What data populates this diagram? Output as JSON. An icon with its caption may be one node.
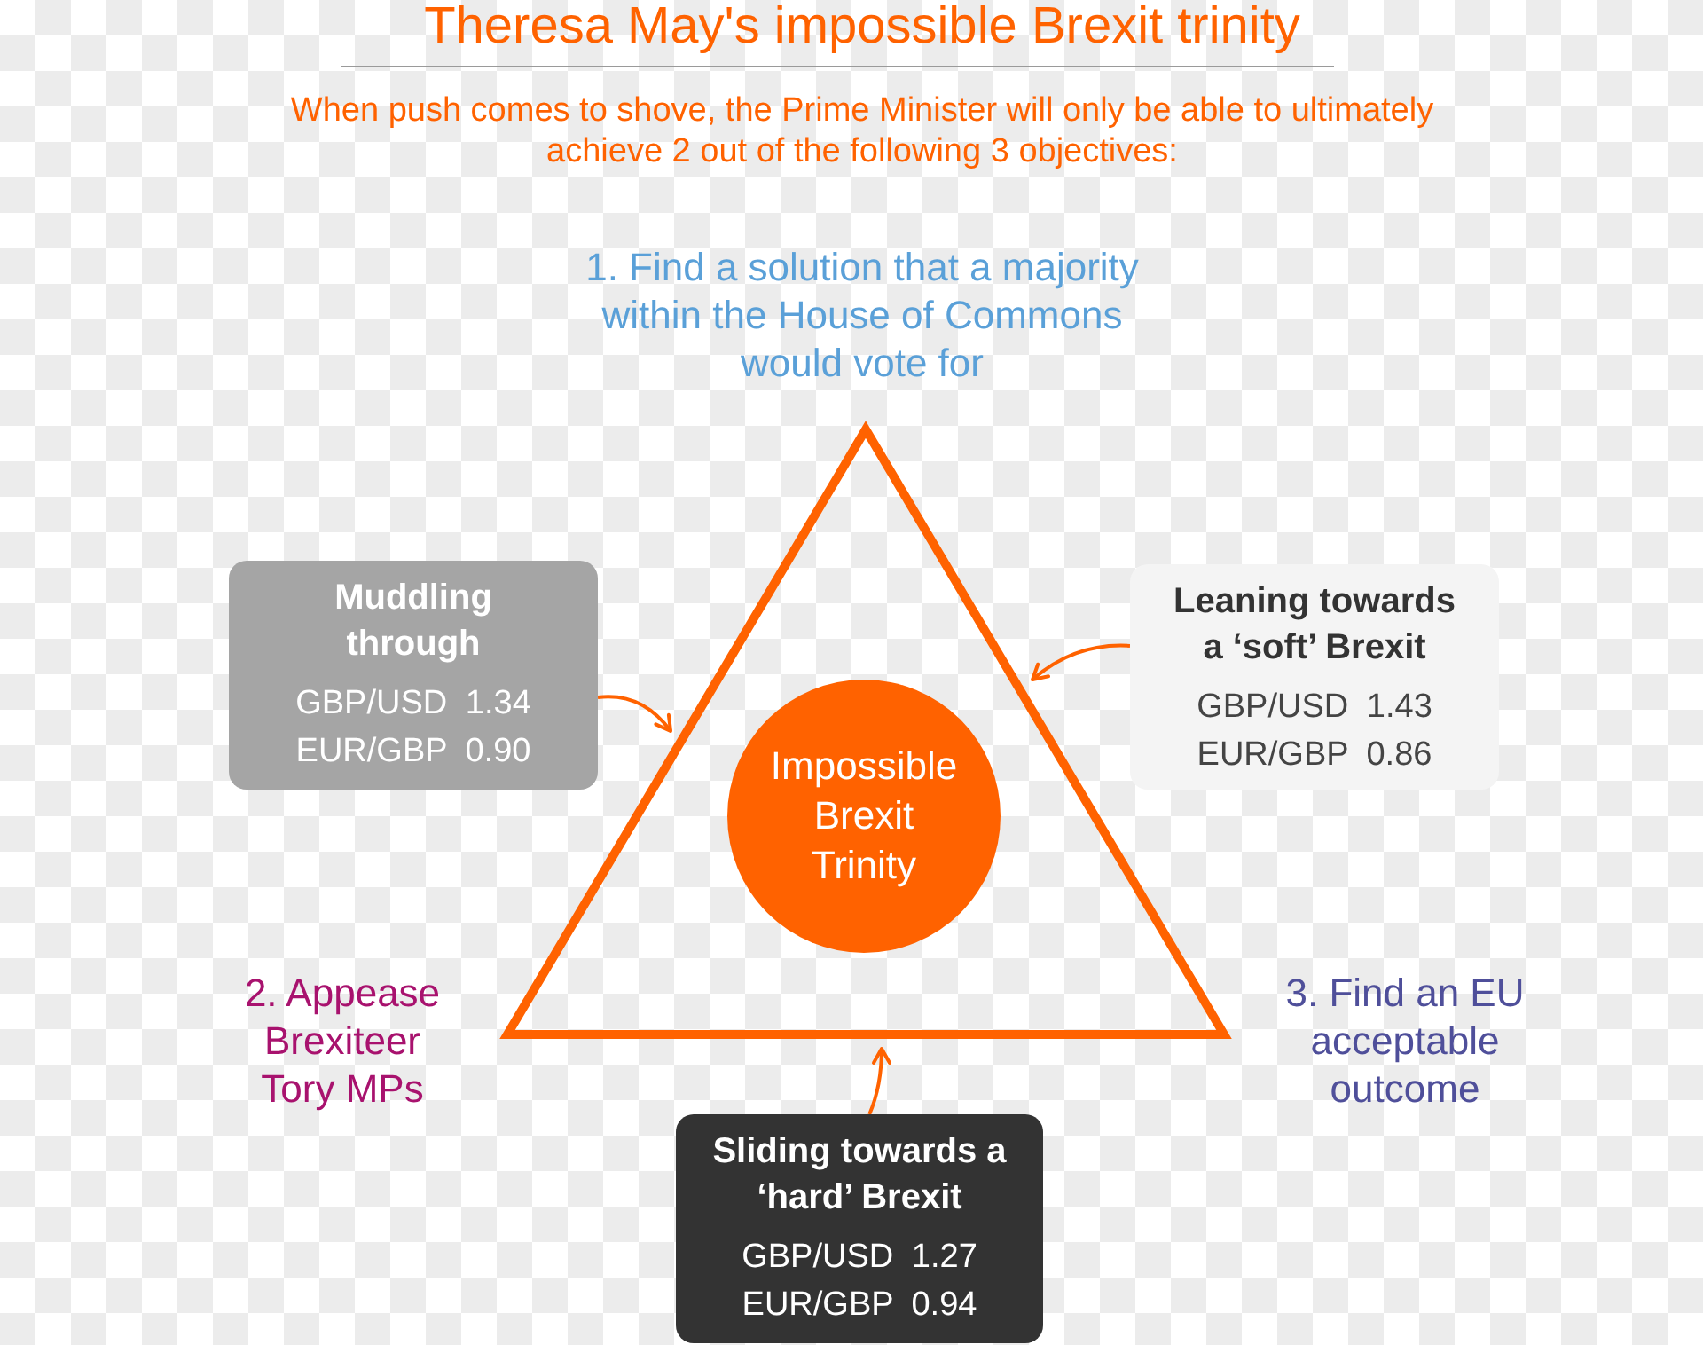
{
  "diagram": {
    "title": "Theresa May's impossible Brexit trinity",
    "nodes": [
      {
        "text": [],
        "shape": "triangle"
      },
      {
        "text": [
          "Muddling through",
          "GBP/USD 1.34",
          "EUR/GBP 0.90"
        ]
      },
      {
        "text": [
          "Leaning towards a ‘soft’ Brexit",
          "GBP/USD 1.43",
          "EUR/GBP 0.86"
        ]
      },
      {
        "text": [
          "Impossible Brexit Trinity"
        ],
        "in": 0
      },
      {
        "text": [
          "Sliding towards a ‘hard’ Brexit",
          "GBP/USD 1.27",
          "EUR/GBP 0.94"
        ]
      }
    ],
    "edges": [
      {
        "from": 1,
        "to": 0,
        "arrow": "to"
      },
      {
        "from": 2,
        "to": 0,
        "arrow": "to"
      },
      {
        "from": 4,
        "to": 0,
        "arrow": "to"
      }
    ],
    "labels": [
      "When push comes to shove, the Prime Minister will only be able to ultimately achieve 2 out of the following 3 objectives:",
      "1. Find a solution that a majority within the House of Commons would vote for",
      "2. Appease Brexiteer Tory MPs",
      "3. Find an EU acceptable outcome"
    ]
  }
}
